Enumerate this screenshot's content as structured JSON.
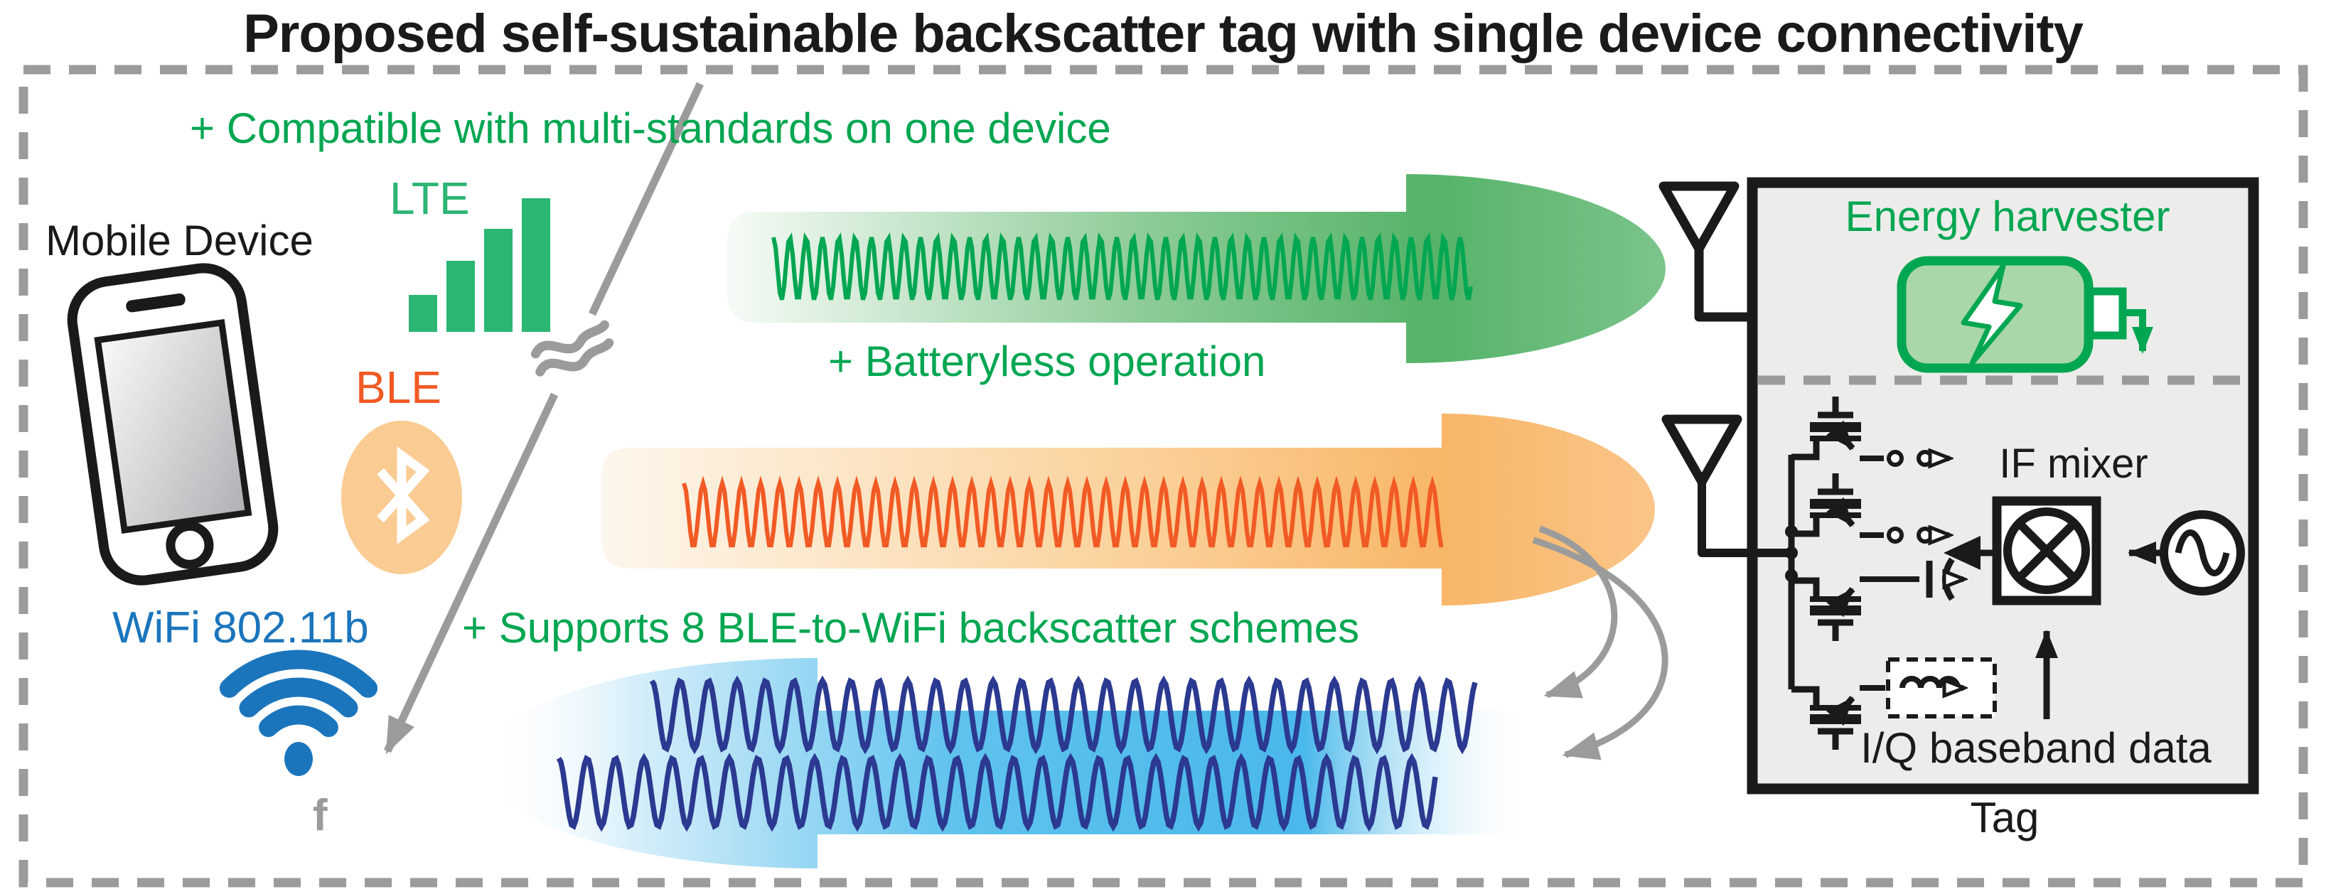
{
  "title": "Proposed self-sustainable backscatter tag with single device connectivity",
  "annotations": {
    "multi_standards": "+ Compatible with multi-standards on one device",
    "batteryless": "+ Batteryless operation",
    "schemes": "+ Supports 8 BLE-to-WiFi backscatter schemes"
  },
  "mobile_device": {
    "label": "Mobile Device",
    "lte_label": "LTE",
    "ble_label": "BLE",
    "wifi_label": "WiFi 802.11b",
    "frequency_axis_label": "f",
    "lte_bar_heights": [
      52,
      100,
      145,
      188
    ]
  },
  "tag": {
    "caption": "Tag",
    "energy_harvester": "Energy harvester",
    "if_mixer": "IF mixer",
    "iq_baseband": "I/Q baseband data"
  },
  "icons": [
    "phone-icon",
    "lte-signal-bars-icon",
    "bluetooth-icon",
    "wifi-icon",
    "frequency-axis-arrow",
    "axis-break-icon",
    "antenna-icon",
    "battery-icon",
    "lightning-icon",
    "mixer-icon",
    "oscillator-icon",
    "transistor-icon",
    "capacitor-icon",
    "inductor-icon",
    "lte-downlink-wave-arrow",
    "ble-incident-wave-arrow",
    "wifi-backscatter-wave-arrow",
    "backscatter-path-arrow"
  ],
  "colors": {
    "c-green": "#00A651",
    "c-lte": "#2BB673",
    "c-orange": "#F15A24",
    "c-ble-fill": "#FACB92",
    "c-blue": "#1B75BC",
    "c-navy": "#2B3990",
    "c-gray": "#9B9B9B",
    "c-ink": "#1A1A1A",
    "c-tagbg": "#ECEDEB",
    "c-battery-fill": "#A9D7A9"
  }
}
